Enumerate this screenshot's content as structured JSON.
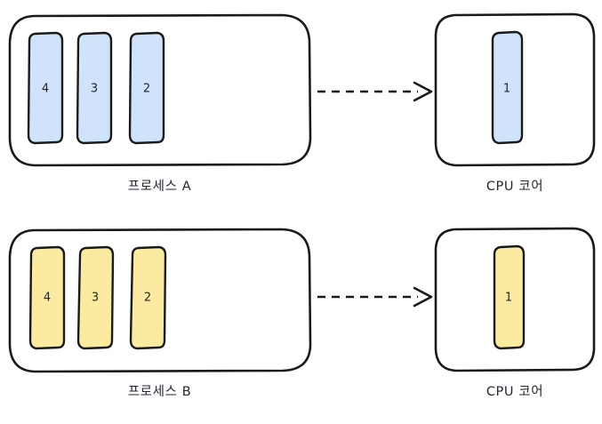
{
  "diagram": {
    "title_hidden": "",
    "style": "hand-drawn sketch",
    "colors": {
      "stroke": "#1a1a1a",
      "block_blue_fill": "#cfe4fb",
      "block_yellow_fill": "#fbeba0",
      "background": "#ffffff",
      "text": "#222733"
    },
    "rows": [
      {
        "id": "row-a",
        "accent": "blue",
        "process": {
          "label": "프로세스 A",
          "blocks": [
            {
              "value": "4"
            },
            {
              "value": "3"
            },
            {
              "value": "2"
            }
          ]
        },
        "arrow": {
          "style": "dashed",
          "direction": "right"
        },
        "cpu": {
          "label": "CPU 코어",
          "blocks": [
            {
              "value": "1"
            }
          ]
        }
      },
      {
        "id": "row-b",
        "accent": "yellow",
        "process": {
          "label": "프로세스 B",
          "blocks": [
            {
              "value": "4"
            },
            {
              "value": "3"
            },
            {
              "value": "2"
            }
          ]
        },
        "arrow": {
          "style": "dashed",
          "direction": "right"
        },
        "cpu": {
          "label": "CPU 코어",
          "blocks": [
            {
              "value": "1"
            }
          ]
        }
      }
    ]
  }
}
